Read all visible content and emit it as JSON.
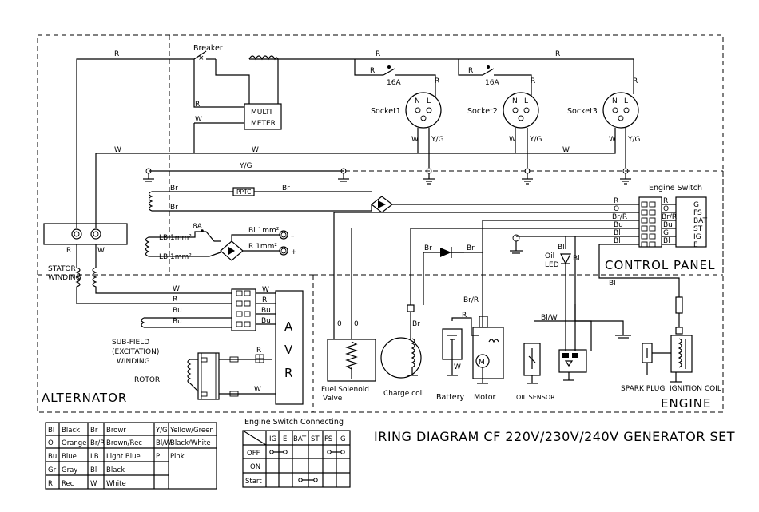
{
  "regions": {
    "alternator": "ALTERNATOR",
    "control_panel": "CONTROL PANEL",
    "engine": "ENGINE"
  },
  "title": "IRING DIAGRAM CF 220V/230V/240V GENERATOR SET",
  "labels": {
    "breaker": "Breaker",
    "multi_l1": "MULTI",
    "multi_l2": "METER",
    "socket1": "Socket1",
    "socket2": "Socket2",
    "socket3": "Socket3",
    "a16": "16A",
    "a8": "8A",
    "n": "N",
    "l": "L",
    "stator_l1": "STATOR",
    "stator_l2": "WINDING",
    "subfield_l1": "SUB-FIELD",
    "subfield_l2": "(EXCITATION)",
    "subfield_l3": "WINDING",
    "rotor": "ROTOR",
    "ptc": "PPTC",
    "lb1": "LB 1mm²",
    "lb2": "LB 1mm²",
    "bl1": "Bl 1mm²",
    "r1": "R 1mm²",
    "minus": "–",
    "plus": "+",
    "avr_a": "A",
    "avr_v": "V",
    "avr_r": "R",
    "engine_switch": "Engine Switch",
    "fuel_l1": "Fuel Solenoid",
    "fuel_l2": "Valve",
    "charge_coil": "Charge coil",
    "battery": "Battery",
    "motor": "Motor",
    "oil_sensor": "OIL SENSOR",
    "oil_l1": "Oil",
    "oil_l2": "LED",
    "spark_plug": "SPARK PLUG",
    "ignition": "IGNITION COIL"
  },
  "wire_labels": {
    "r": "R",
    "w": "W",
    "yg": "Y/G",
    "yg_l": "Y/G",
    "br": "Br",
    "bu": "Bu",
    "bl": "Bl",
    "o": "O",
    "brr": "Br/R",
    "blw": "Bl/W",
    "ow": "W",
    "zero": "0"
  },
  "switch_terminals": [
    "G",
    "FS",
    "BAT",
    "ST",
    "IG",
    "E"
  ],
  "switch_wires_left": [
    "R",
    "O",
    "Br/R",
    "Bu",
    "Bl",
    "Bl"
  ],
  "switch_wires_right": [
    "R",
    "O",
    "Br/R",
    "Bu",
    "G",
    "Bl"
  ],
  "avr_wires": [
    "W",
    "R",
    "Bu",
    "Bu"
  ],
  "color_table": [
    [
      "Bl",
      "Black",
      "Br",
      "Browr",
      "Y/G",
      "Yellow/Green"
    ],
    [
      "O",
      "Orange",
      "Br/R",
      "Brown/Rec",
      "Bl/W",
      "Black/White"
    ],
    [
      "Bu",
      "Blue",
      "LB",
      "Light Blue",
      "P",
      "Pink"
    ],
    [
      "Gr",
      "Gray",
      "Bl",
      "Black",
      "",
      ""
    ],
    [
      "R",
      "Rec",
      "W",
      "White",
      "",
      ""
    ]
  ],
  "switch_table": {
    "title": "Engine Switch  Connecting",
    "headers": [
      "",
      "IG",
      "E",
      "BAT",
      "ST",
      "FS",
      "G"
    ],
    "rows": [
      "OFF",
      "ON",
      "Start"
    ]
  }
}
